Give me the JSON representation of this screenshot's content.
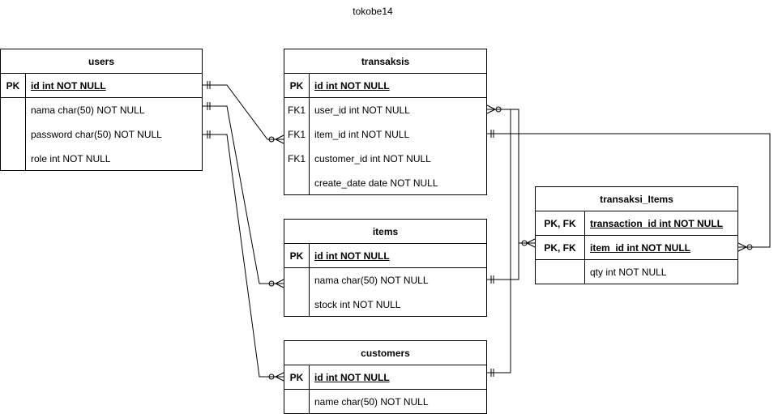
{
  "diagram": {
    "title": "tokobe14"
  },
  "tables": {
    "users": {
      "name": "users",
      "rows": [
        {
          "key": "PK",
          "field": "id int NOT NULL",
          "pk": true
        },
        {
          "key": "",
          "field": "nama char(50) NOT NULL"
        },
        {
          "key": "",
          "field": "password char(50) NOT NULL"
        },
        {
          "key": "",
          "field": "role int NOT NULL"
        }
      ]
    },
    "transaksis": {
      "name": "transaksis",
      "rows": [
        {
          "key": "PK",
          "field": "id int NOT NULL",
          "pk": true
        },
        {
          "key": "FK1",
          "field": "user_id int NOT NULL"
        },
        {
          "key": "FK1",
          "field": "item_id int NOT NULL"
        },
        {
          "key": "FK1",
          "field": "customer_id int NOT NULL"
        },
        {
          "key": "",
          "field": "create_date date NOT NULL"
        }
      ]
    },
    "items": {
      "name": "items",
      "rows": [
        {
          "key": "PK",
          "field": "id int NOT NULL",
          "pk": true
        },
        {
          "key": "",
          "field": "nama char(50) NOT NULL"
        },
        {
          "key": "",
          "field": "stock int NOT NULL"
        }
      ]
    },
    "customers": {
      "name": "customers",
      "rows": [
        {
          "key": "PK",
          "field": "id int NOT NULL",
          "pk": true
        },
        {
          "key": "",
          "field": "name char(50) NOT NULL"
        }
      ]
    },
    "transaksi_items": {
      "name": "transaksi_Items",
      "rows": [
        {
          "key": "PK, FK",
          "field": "transaction_id int NOT NULL",
          "pk": true
        },
        {
          "key": "PK, FK",
          "field": "item_id int NOT NULL",
          "pk": true
        },
        {
          "key": "",
          "field": "qty int NOT NULL"
        }
      ]
    }
  }
}
